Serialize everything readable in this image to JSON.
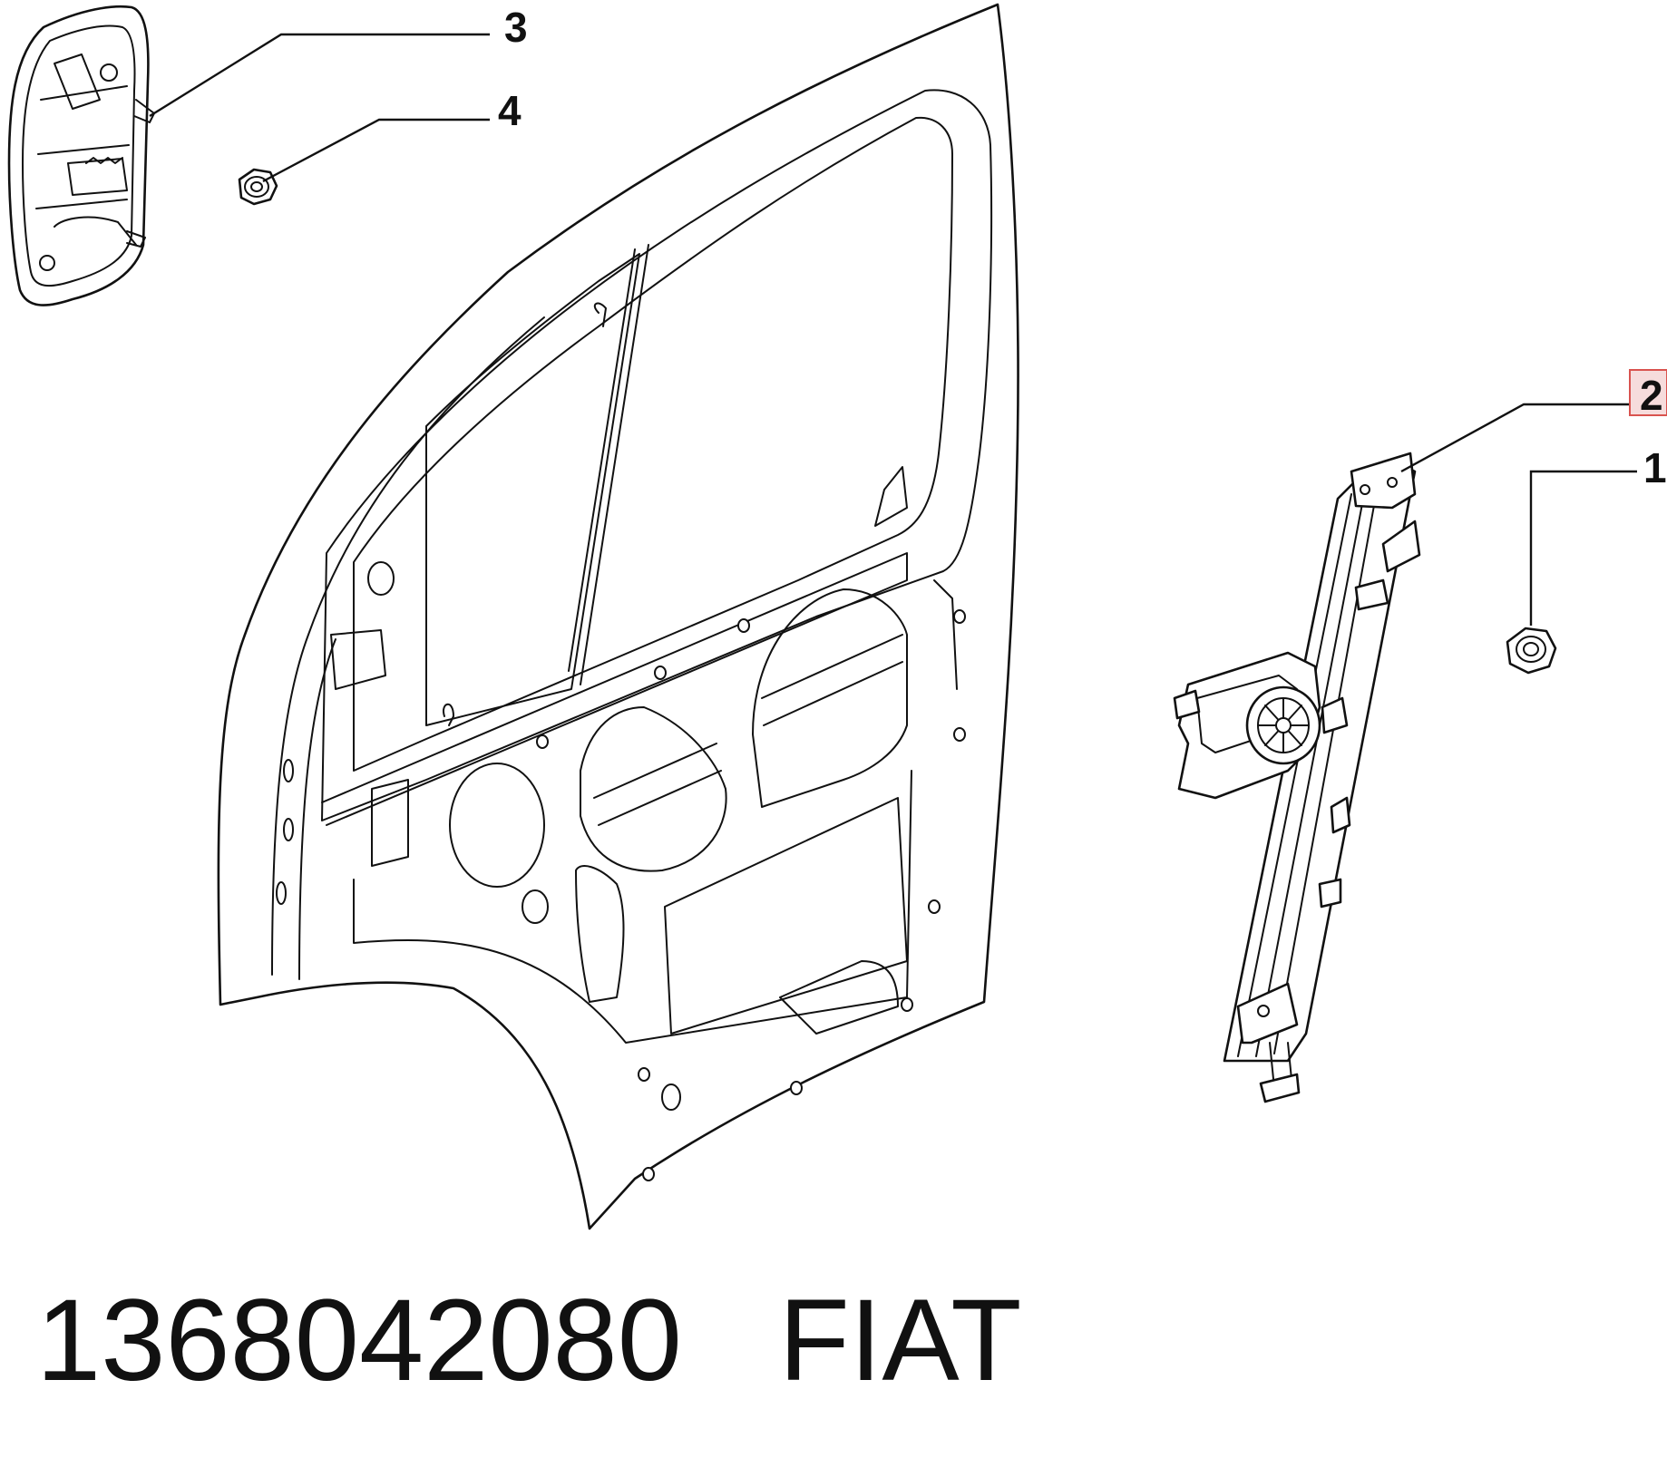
{
  "callouts": [
    {
      "id": "callout-3",
      "label": "3",
      "highlighted": false
    },
    {
      "id": "callout-4",
      "label": "4",
      "highlighted": false
    },
    {
      "id": "callout-2",
      "label": "2",
      "highlighted": true
    },
    {
      "id": "callout-1",
      "label": "1",
      "highlighted": false
    }
  ],
  "footer": {
    "part_number": "1368042080",
    "brand": "FIAT"
  },
  "colors": {
    "line": "#111111",
    "highlight_fill": "#f6dcdc",
    "highlight_border": "#d9534f"
  },
  "parts": [
    "door-handle-bracket",
    "door-panel",
    "window-regulator",
    "fastener-nut",
    "fastener-nut"
  ]
}
